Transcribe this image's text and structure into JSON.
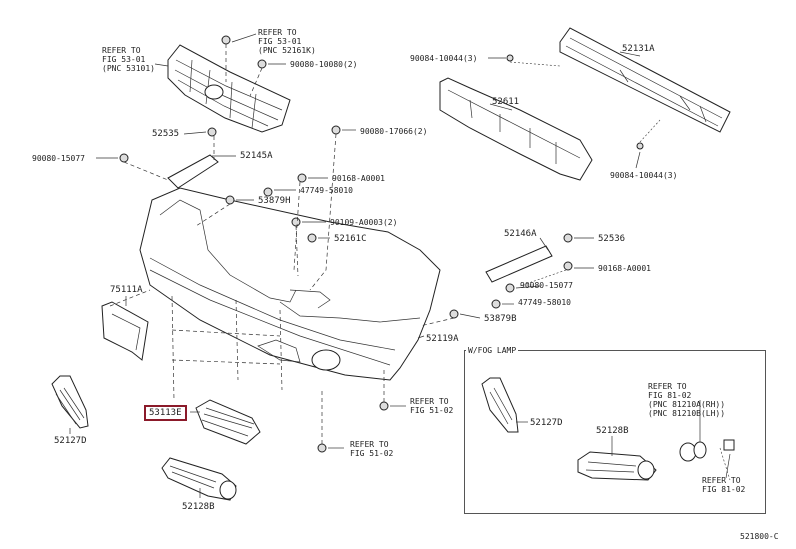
{
  "labels": {
    "refer_5301": "REFER TO\nFIG 53-01\n(PNC 53101)",
    "refer_52161k": "REFER TO\nFIG 53-01\n(PNC 52161K)",
    "p90080_10080": "90080-10080(2)",
    "p90084_10044_left": "90084-10044(3)",
    "p52131a": "52131A",
    "p52611": "52611",
    "p52535": "52535",
    "p90080_17066": "90080-17066(2)",
    "p90084_10044_right": "90084-10044(3)",
    "p90080_15077_left": "90080-15077",
    "p52145a": "52145A",
    "p90168_a0001_top": "90168-A0001",
    "p47749_58010_top": "47749-58010",
    "p53879h": "53879H",
    "p90109_a0003": "90109-A0003(2)",
    "p52161c": "52161C",
    "p52146a": "52146A",
    "p52536": "52536",
    "p90168_a0001_right": "90168-A0001",
    "p90080_15077_right": "90080-15077",
    "p47749_58010_right": "47749-58010",
    "p53879b": "53879B",
    "p75111a": "75111A",
    "p52119a": "52119A",
    "fog_lamp": "W/FOG LAMP",
    "p52127d_left": "52127D",
    "p53113e": "53113E",
    "refer_5102_a": "REFER TO\nFIG 51-02",
    "refer_5102_b": "REFER TO\nFIG 51-02",
    "p52127d_box": "52127D",
    "p52128b_box": "52128B",
    "refer_8102_pnc": "REFER TO\nFIG 81-02\n(PNC 81210A(RH))\n(PNC 81210B(LH))",
    "refer_8102": "REFER TO\nFIG 81-02",
    "p52128b_bottom": "52128B",
    "fig_code": "521800-C"
  }
}
